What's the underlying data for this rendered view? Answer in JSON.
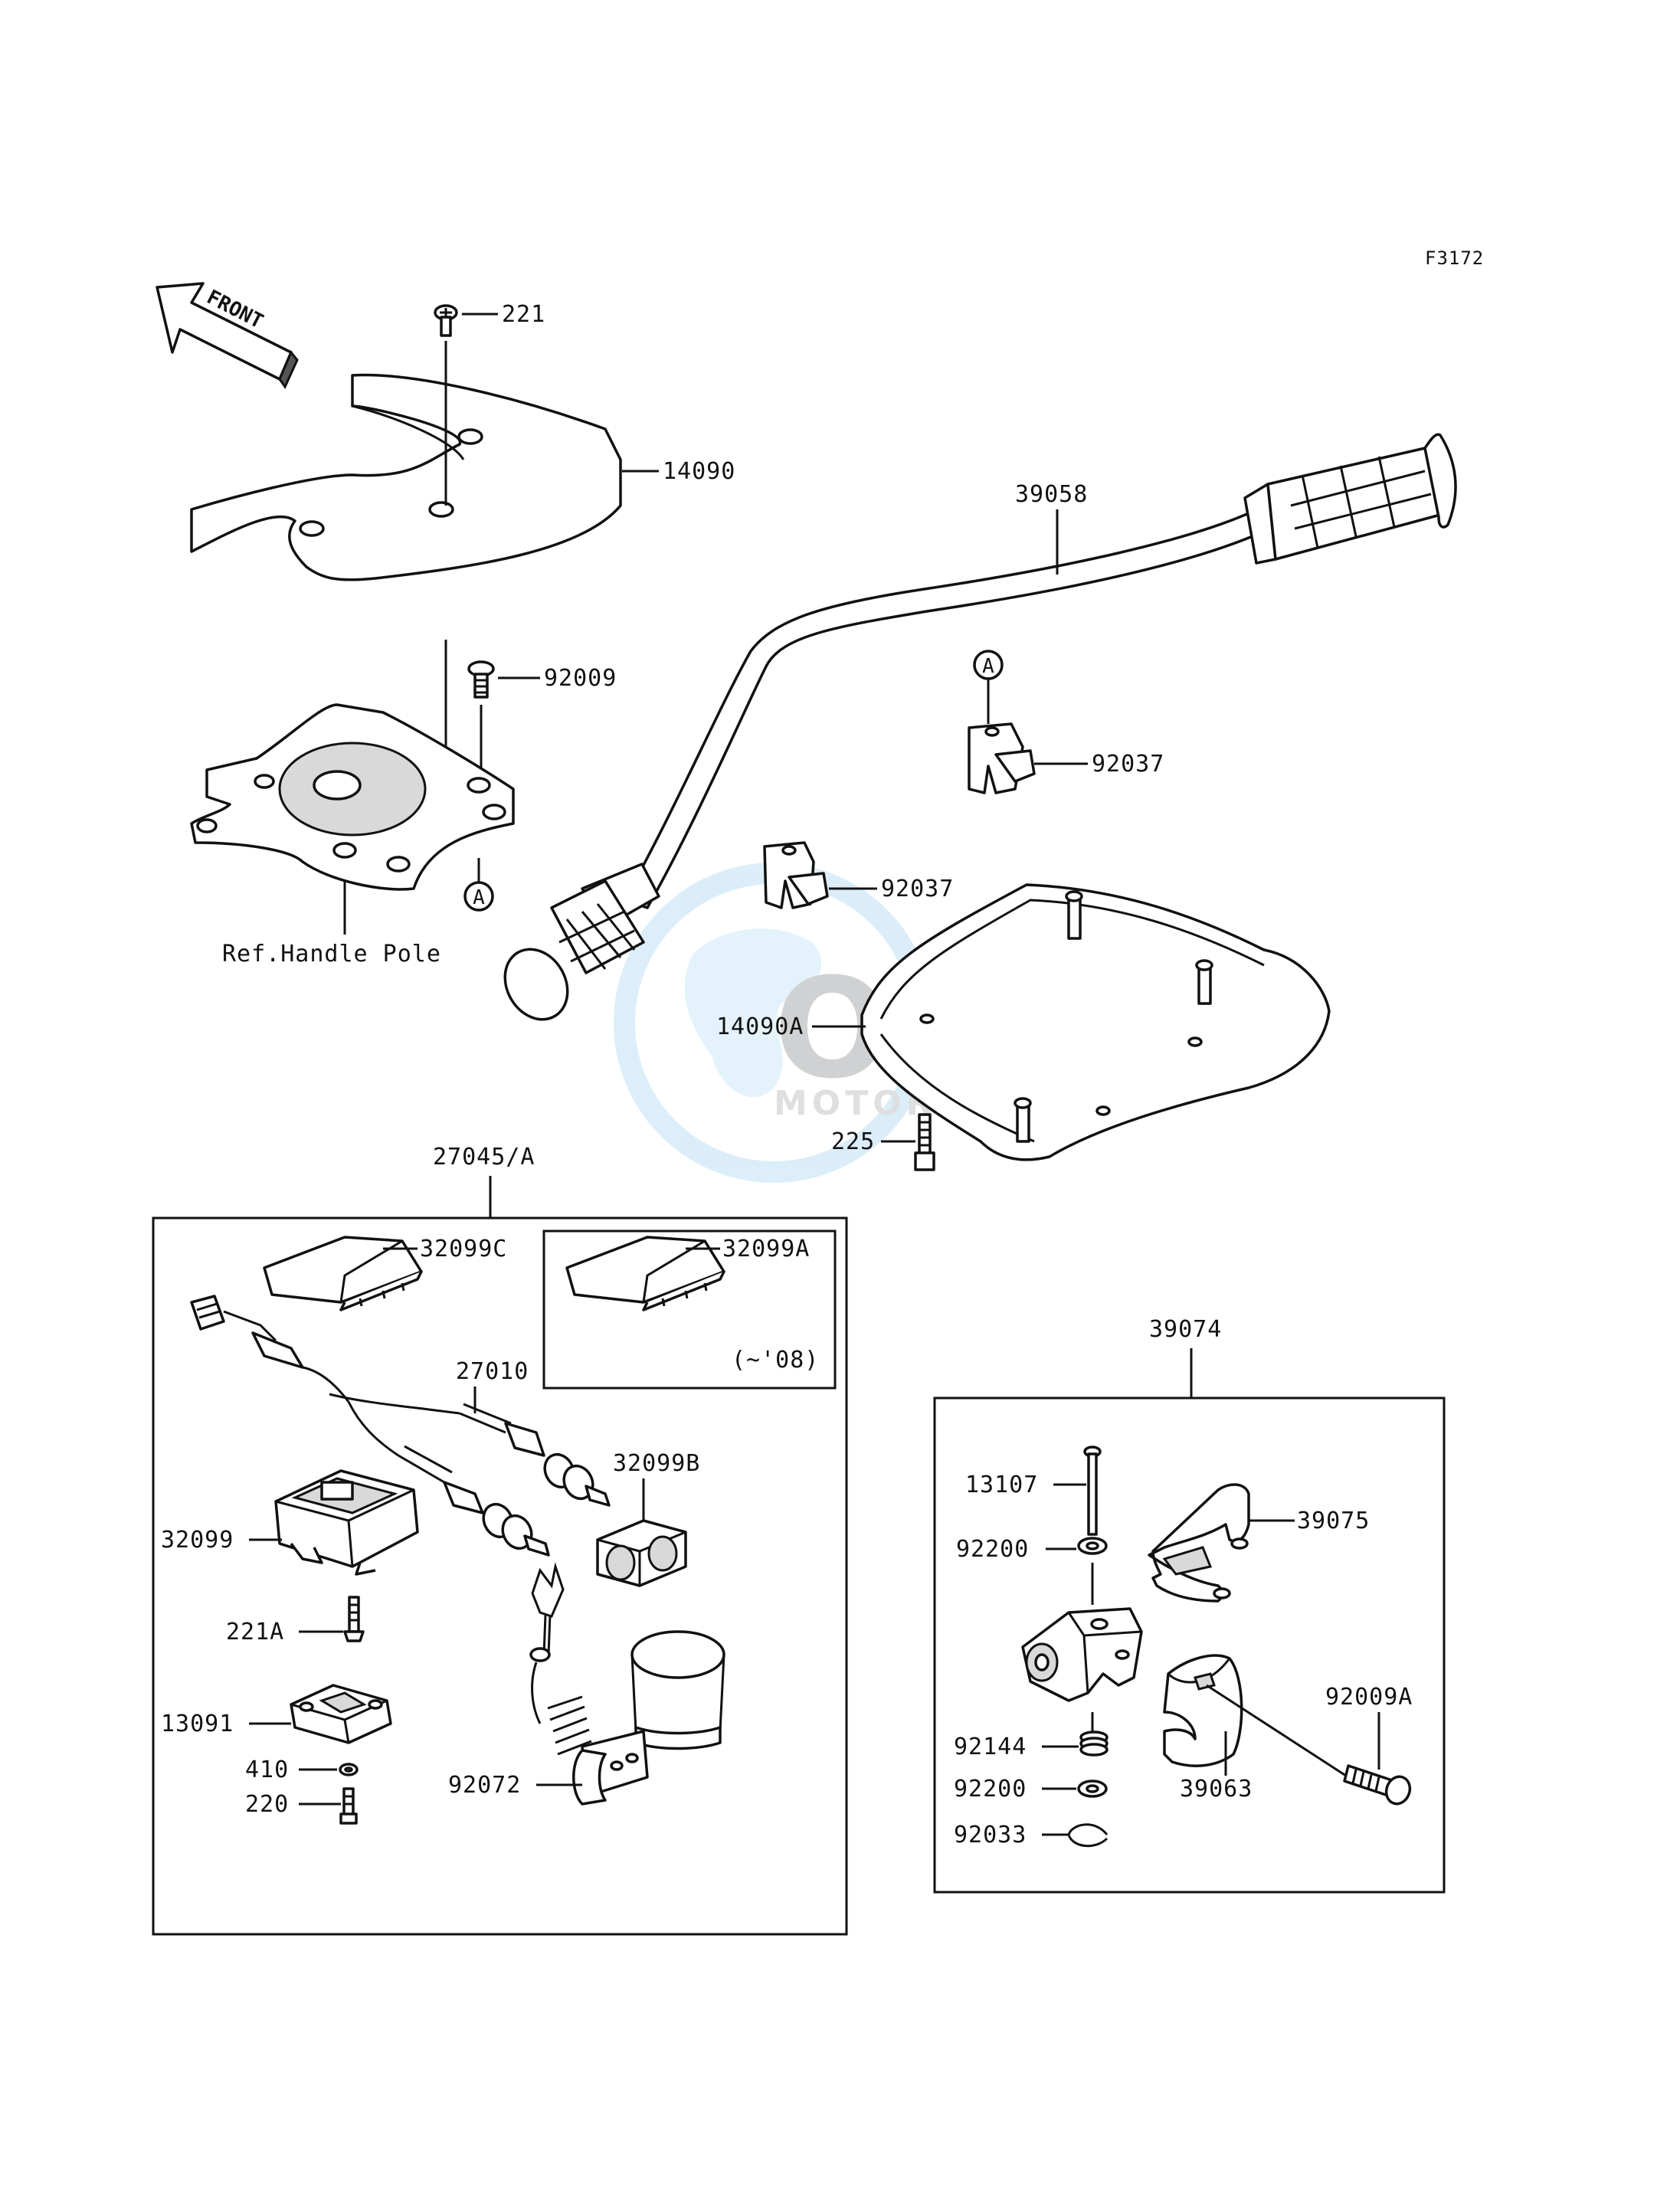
{
  "diagram": {
    "code": "F3172",
    "front_label": "FRONT",
    "ref_label": "Ref.Handle Pole",
    "note_label": "(~'08)",
    "callout_a": "A",
    "watermark": {
      "logo": "OEM",
      "sub": "MOTORPARTS"
    },
    "parts": {
      "p221": "221",
      "p14090": "14090",
      "p92009": "92009",
      "p39058": "39058",
      "p92037_top": "92037",
      "p92037_mid": "92037",
      "p14090A": "14090A",
      "p225": "225",
      "p27045A": "27045/A",
      "p32099C": "32099C",
      "p32099A": "32099A",
      "p27010": "27010",
      "p32099B": "32099B",
      "p32099": "32099",
      "p221A": "221A",
      "p13091": "13091",
      "p410": "410",
      "p220": "220",
      "p92072": "92072",
      "p39074": "39074",
      "p13107": "13107",
      "p39075": "39075",
      "p92200_top": "92200",
      "p92009A": "92009A",
      "p92144": "92144",
      "p92200_bot": "92200",
      "p39063": "39063",
      "p92033": "92033"
    }
  }
}
